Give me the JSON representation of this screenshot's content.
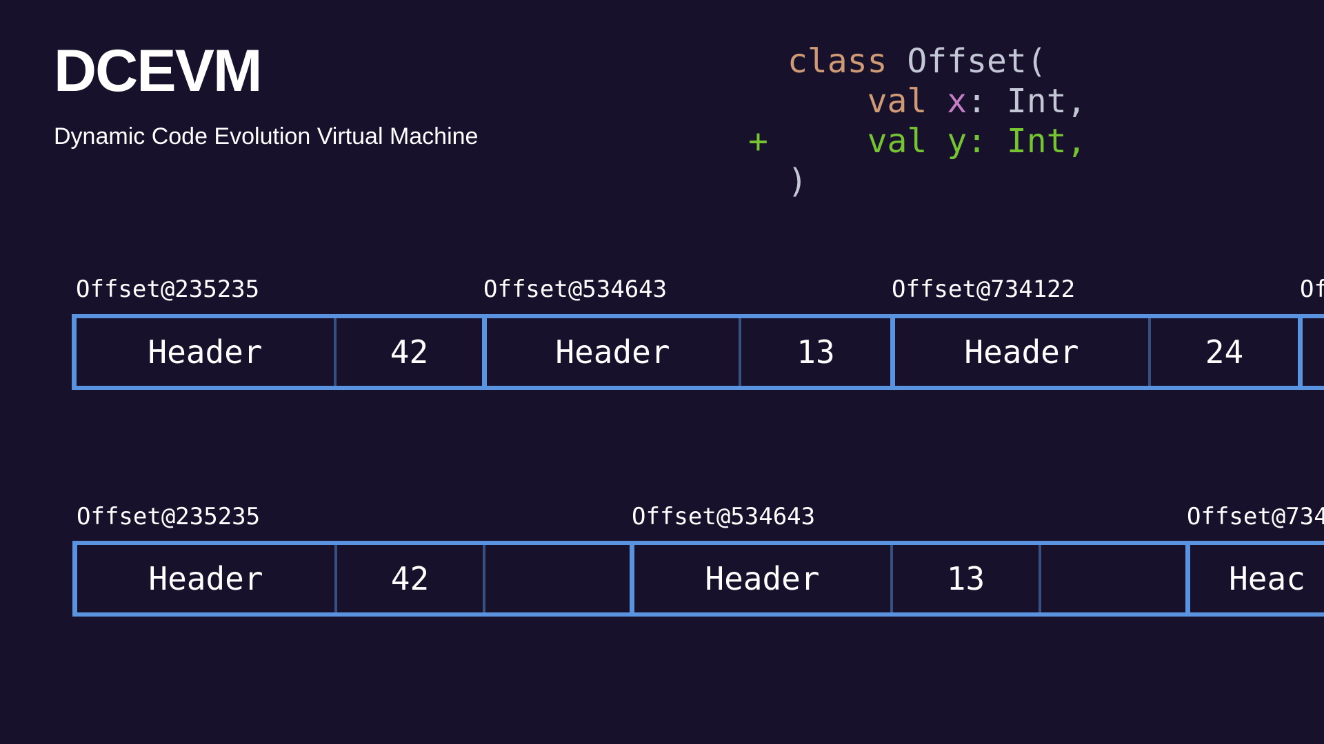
{
  "slide": {
    "title": "DCEVM",
    "subtitle": "Dynamic Code Evolution Virtual Machine"
  },
  "code": {
    "lines": [
      {
        "marker": "",
        "tokens": [
          {
            "text": "class ",
            "role": "keyword"
          },
          {
            "text": "Offset(",
            "role": "plain"
          }
        ]
      },
      {
        "marker": "",
        "tokens": [
          {
            "text": "    val ",
            "role": "keyword"
          },
          {
            "text": "x",
            "role": "param"
          },
          {
            "text": ": Int,",
            "role": "plain"
          }
        ]
      },
      {
        "marker": "+",
        "tokens": [
          {
            "text": "    val y: Int,",
            "role": "added"
          }
        ]
      },
      {
        "marker": "",
        "tokens": [
          {
            "text": ")",
            "role": "plain"
          }
        ]
      }
    ]
  },
  "colors": {
    "background": "#17112b",
    "border": "#5a93e0",
    "separator": "#36507f",
    "keyword": "#cf9a74",
    "plain": "#c3c7d6",
    "param": "#c47fc4",
    "added": "#76c431"
  },
  "memory_before": {
    "objects": [
      {
        "label": "Offset@235235",
        "cells": [
          "Header",
          "42"
        ]
      },
      {
        "label": "Offset@534643",
        "cells": [
          "Header",
          "13"
        ]
      },
      {
        "label": "Offset@734122",
        "cells": [
          "Header",
          "24"
        ]
      },
      {
        "label": "Of",
        "cells": [
          ""
        ]
      }
    ]
  },
  "memory_after": {
    "objects": [
      {
        "label": "Offset@235235",
        "cells": [
          "Header",
          "42",
          ""
        ]
      },
      {
        "label": "Offset@534643",
        "cells": [
          "Header",
          "13",
          ""
        ]
      },
      {
        "label": "Offset@734",
        "cells": [
          "Heac"
        ]
      }
    ]
  }
}
